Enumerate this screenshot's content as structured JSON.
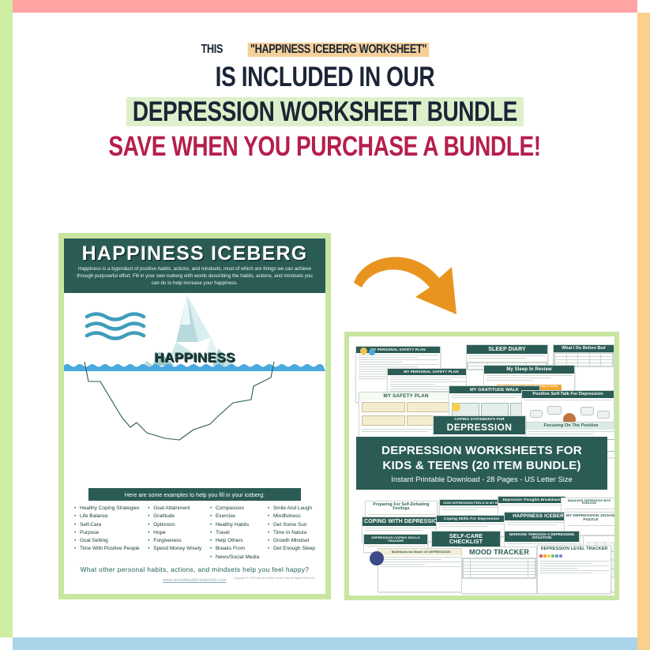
{
  "frame": {
    "top_color": "#ffa3a3",
    "right_color": "#fbd08a",
    "bottom_color": "#a9d4ea",
    "left_color": "#cdeda1"
  },
  "headline": {
    "line1_prefix": "THIS ",
    "line1_highlight": "\"HAPPINESS ICEBERG WORKSHEET\"",
    "line2": "IS INCLUDED IN OUR",
    "line3": "DEPRESSION WORKSHEET BUNDLE",
    "line4": "SAVE WHEN YOU PURCHASE A BUNDLE!",
    "highlight_peach": "#f5cf9a",
    "highlight_green": "#ddf0cb",
    "crimson": "#b61e4c",
    "text_color": "#1b2535"
  },
  "worksheet": {
    "title": "HAPPINESS ICEBERG",
    "subtitle": "Happiness is a byproduct of positive habits, actions, and mindsets, most of which are things we can achieve through purposeful effort. Fill in your own iceberg with words describing the habits, actions, and mindsets you can do to help increase your happiness.",
    "iceberg_label": "HAPPINESS",
    "examples_banner": "Here are some examples to help you fill in your iceberg:",
    "examples": {
      "col1": [
        "Healthy Coping Strategies",
        "Life Balance",
        "Self-Care",
        "Purpose",
        "Goal Setting",
        "Time With Positive People"
      ],
      "col2": [
        "Goal Attainment",
        "Gratitude",
        "Optimism",
        "Hope",
        "Forgiveness",
        "Spend Money Wisely"
      ],
      "col3": [
        "Compassion",
        "Exercise",
        "Healthy Habits",
        "Travel",
        "Help Others",
        "Breaks From",
        "News/Social Media"
      ],
      "col4": [
        "Smile And Laugh",
        "Mindfulness",
        "Get Some Sun",
        "Time In Nature",
        "Growth Mindset",
        "Get Enough Sleep"
      ]
    },
    "question": "What other personal habits, actions, and mindsets help you feel happy?",
    "url": "www.mentalhealthcenterkids.com",
    "copyright": "Copyright © 2022  Mental Health Center Kids  All Rights Reserved",
    "header_color": "#2a5c55",
    "frame_color": "#c8e6a0",
    "water_color": "#4aa8e0"
  },
  "arrow": {
    "color": "#e8941f",
    "direction": "curved-down-right"
  },
  "bundle": {
    "banner_line1": "DEPRESSION WORKSHEETS FOR",
    "banner_line2": "KIDS & TEENS (20 ITEM BUNDLE)",
    "banner_sub": "Instant Printable Download - 28 Pages - US Letter Size",
    "banner_color": "#2a5c55",
    "frame_color": "#c8e6a0",
    "sheets_top": [
      "MY PERSONAL SAFETY PLAN",
      "MY PERSONAL SAFETY PLAN",
      "MY SAFETY PLAN",
      "SLEEP DIARY",
      "My Sleep In Review",
      "What I Do Before Bed",
      "MY GRATITUDE WALK",
      "Positive Self-Talk For Depression",
      "Focusing On The Positive",
      "COPING STATEMENTS FOR",
      "DEPRESSION"
    ],
    "sheets_bottom": [
      "Preparing For Self-Defeating Feelings",
      "COPING WITH DEPRESSION",
      "HOW DEPRESSION FEELS IN MY BODY",
      "Coping Skills For Depression",
      "Depressive Thoughts Breakdown",
      "HAPPINESS ICEBERG",
      "MANAGING DEPRESSION WITH EXERCISE",
      "MY DEPRESSION JIGSAW PUZZLE",
      "DEPRESSION COPING SKILLS TRACKER",
      "SELF-CARE CHECKLIST",
      "WORKING THROUGH A DEPRESSING SITUATION",
      "Multifactorial Model Of DEPRESSION",
      "MOOD TRACKER",
      "DEPRESSION LEVEL TRACKER"
    ]
  }
}
